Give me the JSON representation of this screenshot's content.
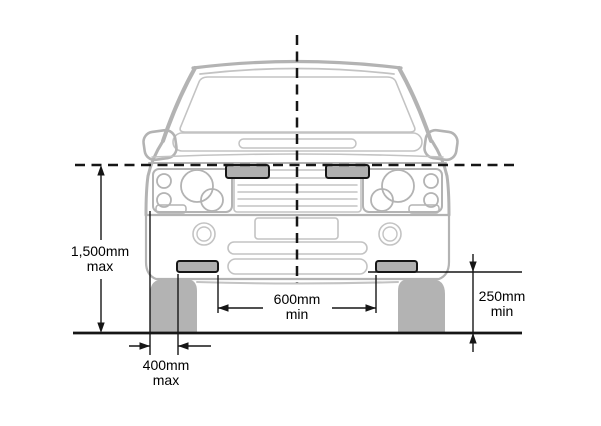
{
  "diagram": {
    "dimensions": {
      "max_mounting_height": {
        "value": "1,500mm",
        "qualifier": "max"
      },
      "min_lamp_separation": {
        "value": "600mm",
        "qualifier": "min"
      },
      "min_mounting_height": {
        "value": "250mm",
        "qualifier": "min"
      },
      "max_side_offset": {
        "value": "400mm",
        "qualifier": "max"
      }
    },
    "colors": {
      "vehicle_outline": "#b3b3b3",
      "vehicle_detail": "#c3c3c3",
      "lamp_fill": "#b0b0b0",
      "dimension_line": "#161616",
      "background": "#ffffff"
    }
  }
}
